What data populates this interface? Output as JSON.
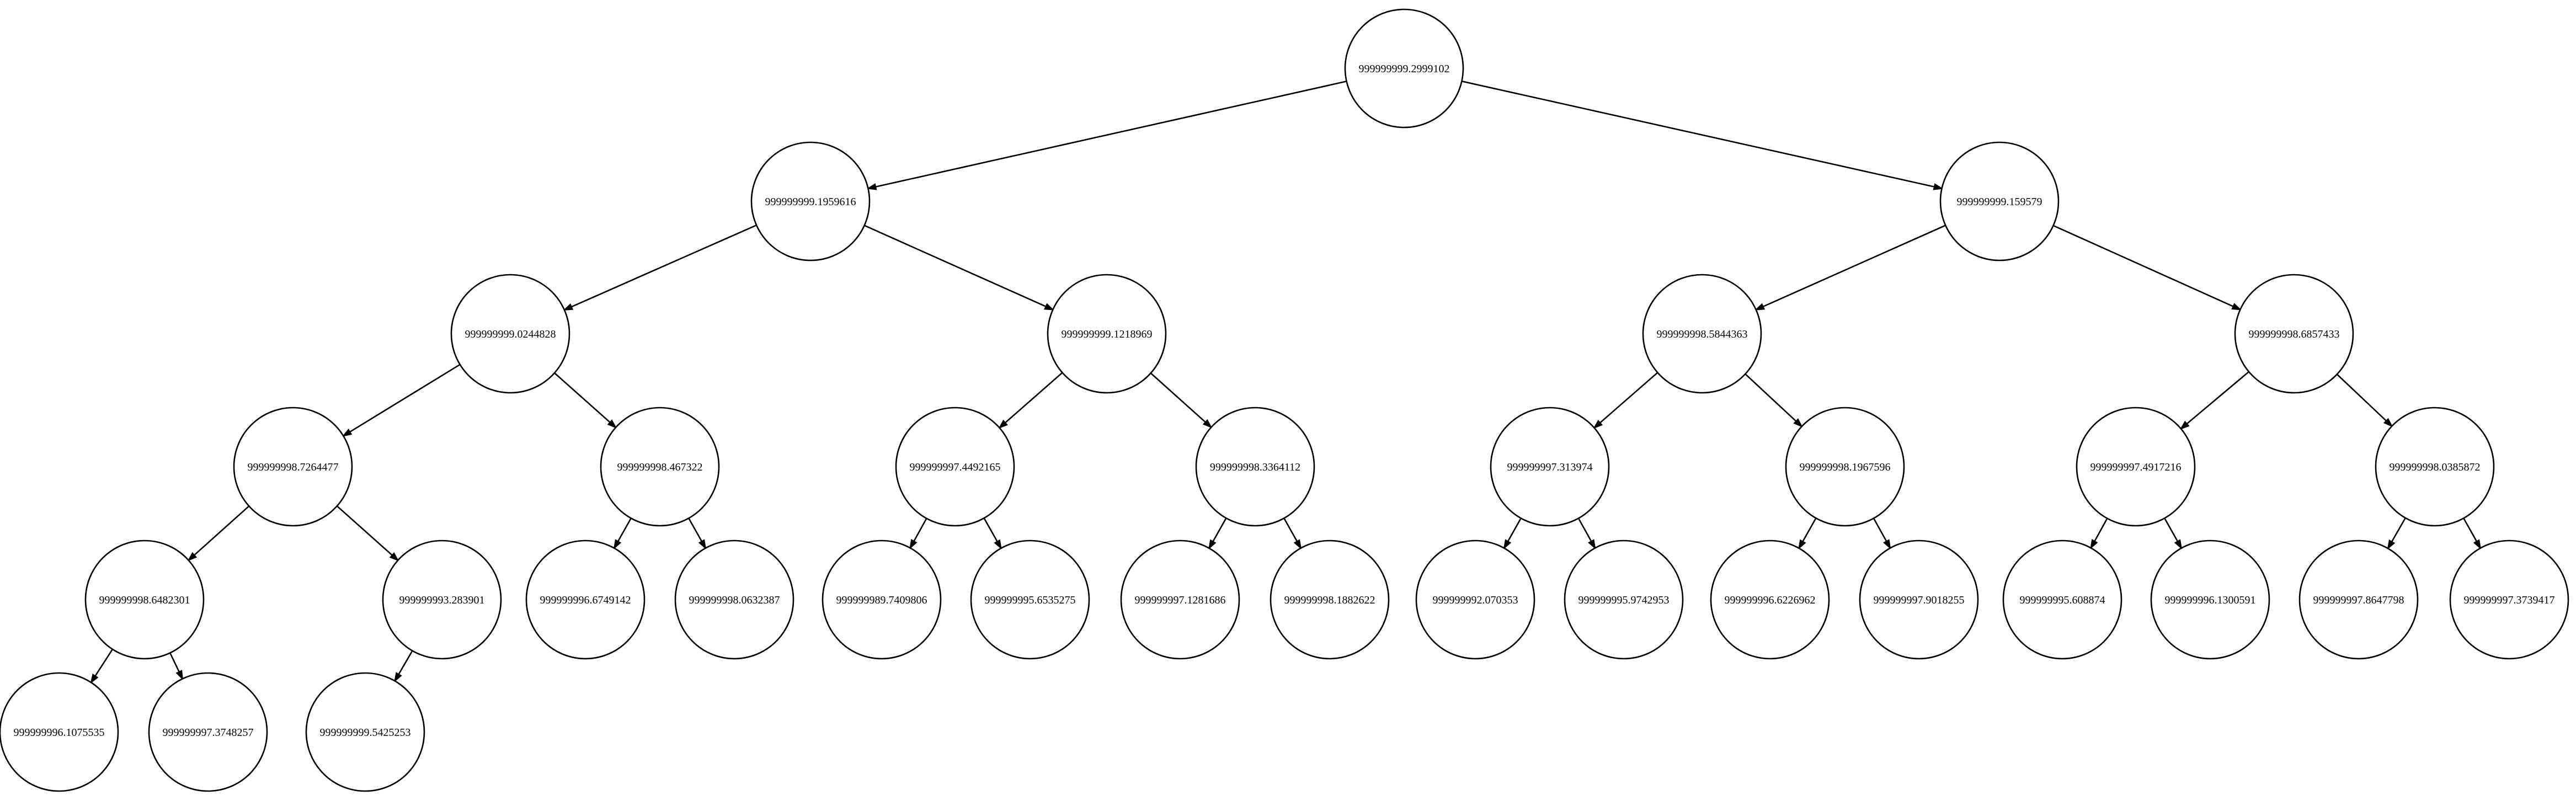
{
  "nodes": [
    {
      "id": "n0",
      "label": "999999999.2999102"
    },
    {
      "id": "n1",
      "label": "999999999.1959616"
    },
    {
      "id": "n2",
      "label": "999999999.159579"
    },
    {
      "id": "n3",
      "label": "999999999.0244828"
    },
    {
      "id": "n4",
      "label": "999999999.1218969"
    },
    {
      "id": "n5",
      "label": "999999998.5844363"
    },
    {
      "id": "n6",
      "label": "999999998.6857433"
    },
    {
      "id": "n7",
      "label": "999999998.7264477"
    },
    {
      "id": "n8",
      "label": "999999998.467322"
    },
    {
      "id": "n9",
      "label": "999999997.4492165"
    },
    {
      "id": "n10",
      "label": "999999998.3364112"
    },
    {
      "id": "n11",
      "label": "999999997.313974"
    },
    {
      "id": "n12",
      "label": "999999998.1967596"
    },
    {
      "id": "n13",
      "label": "999999997.4917216"
    },
    {
      "id": "n14",
      "label": "999999998.0385872"
    },
    {
      "id": "n15",
      "label": "999999998.6482301"
    },
    {
      "id": "n16",
      "label": "999999993.283901"
    },
    {
      "id": "n17",
      "label": "999999996.6749142"
    },
    {
      "id": "n18",
      "label": "999999998.0632387"
    },
    {
      "id": "n19",
      "label": "999999989.7409806"
    },
    {
      "id": "n20",
      "label": "999999995.6535275"
    },
    {
      "id": "n21",
      "label": "999999997.1281686"
    },
    {
      "id": "n22",
      "label": "999999998.1882622"
    },
    {
      "id": "n23",
      "label": "999999992.070353"
    },
    {
      "id": "n24",
      "label": "999999995.9742953"
    },
    {
      "id": "n25",
      "label": "999999996.6226962"
    },
    {
      "id": "n26",
      "label": "999999997.9018255"
    },
    {
      "id": "n27",
      "label": "999999995.608874"
    },
    {
      "id": "n28",
      "label": "999999996.1300591"
    },
    {
      "id": "n29",
      "label": "999999997.8647798"
    },
    {
      "id": "n30",
      "label": "999999997.3739417"
    },
    {
      "id": "n31",
      "label": "999999996.1075535"
    },
    {
      "id": "n32",
      "label": "999999997.3748257"
    },
    {
      "id": "n33",
      "label": "999999999.5425253"
    }
  ],
  "edges": [
    {
      "from": "n0",
      "to": "n1"
    },
    {
      "from": "n0",
      "to": "n2"
    },
    {
      "from": "n1",
      "to": "n3"
    },
    {
      "from": "n1",
      "to": "n4"
    },
    {
      "from": "n2",
      "to": "n5"
    },
    {
      "from": "n2",
      "to": "n6"
    },
    {
      "from": "n3",
      "to": "n7"
    },
    {
      "from": "n3",
      "to": "n8"
    },
    {
      "from": "n4",
      "to": "n9"
    },
    {
      "from": "n4",
      "to": "n10"
    },
    {
      "from": "n5",
      "to": "n11"
    },
    {
      "from": "n5",
      "to": "n12"
    },
    {
      "from": "n6",
      "to": "n13"
    },
    {
      "from": "n6",
      "to": "n14"
    },
    {
      "from": "n7",
      "to": "n15"
    },
    {
      "from": "n7",
      "to": "n16"
    },
    {
      "from": "n8",
      "to": "n17"
    },
    {
      "from": "n8",
      "to": "n18"
    },
    {
      "from": "n9",
      "to": "n19"
    },
    {
      "from": "n9",
      "to": "n20"
    },
    {
      "from": "n10",
      "to": "n21"
    },
    {
      "from": "n10",
      "to": "n22"
    },
    {
      "from": "n11",
      "to": "n23"
    },
    {
      "from": "n11",
      "to": "n24"
    },
    {
      "from": "n12",
      "to": "n25"
    },
    {
      "from": "n12",
      "to": "n26"
    },
    {
      "from": "n13",
      "to": "n27"
    },
    {
      "from": "n13",
      "to": "n28"
    },
    {
      "from": "n14",
      "to": "n29"
    },
    {
      "from": "n14",
      "to": "n30"
    },
    {
      "from": "n15",
      "to": "n31"
    },
    {
      "from": "n15",
      "to": "n32"
    },
    {
      "from": "n16",
      "to": "n33"
    }
  ]
}
